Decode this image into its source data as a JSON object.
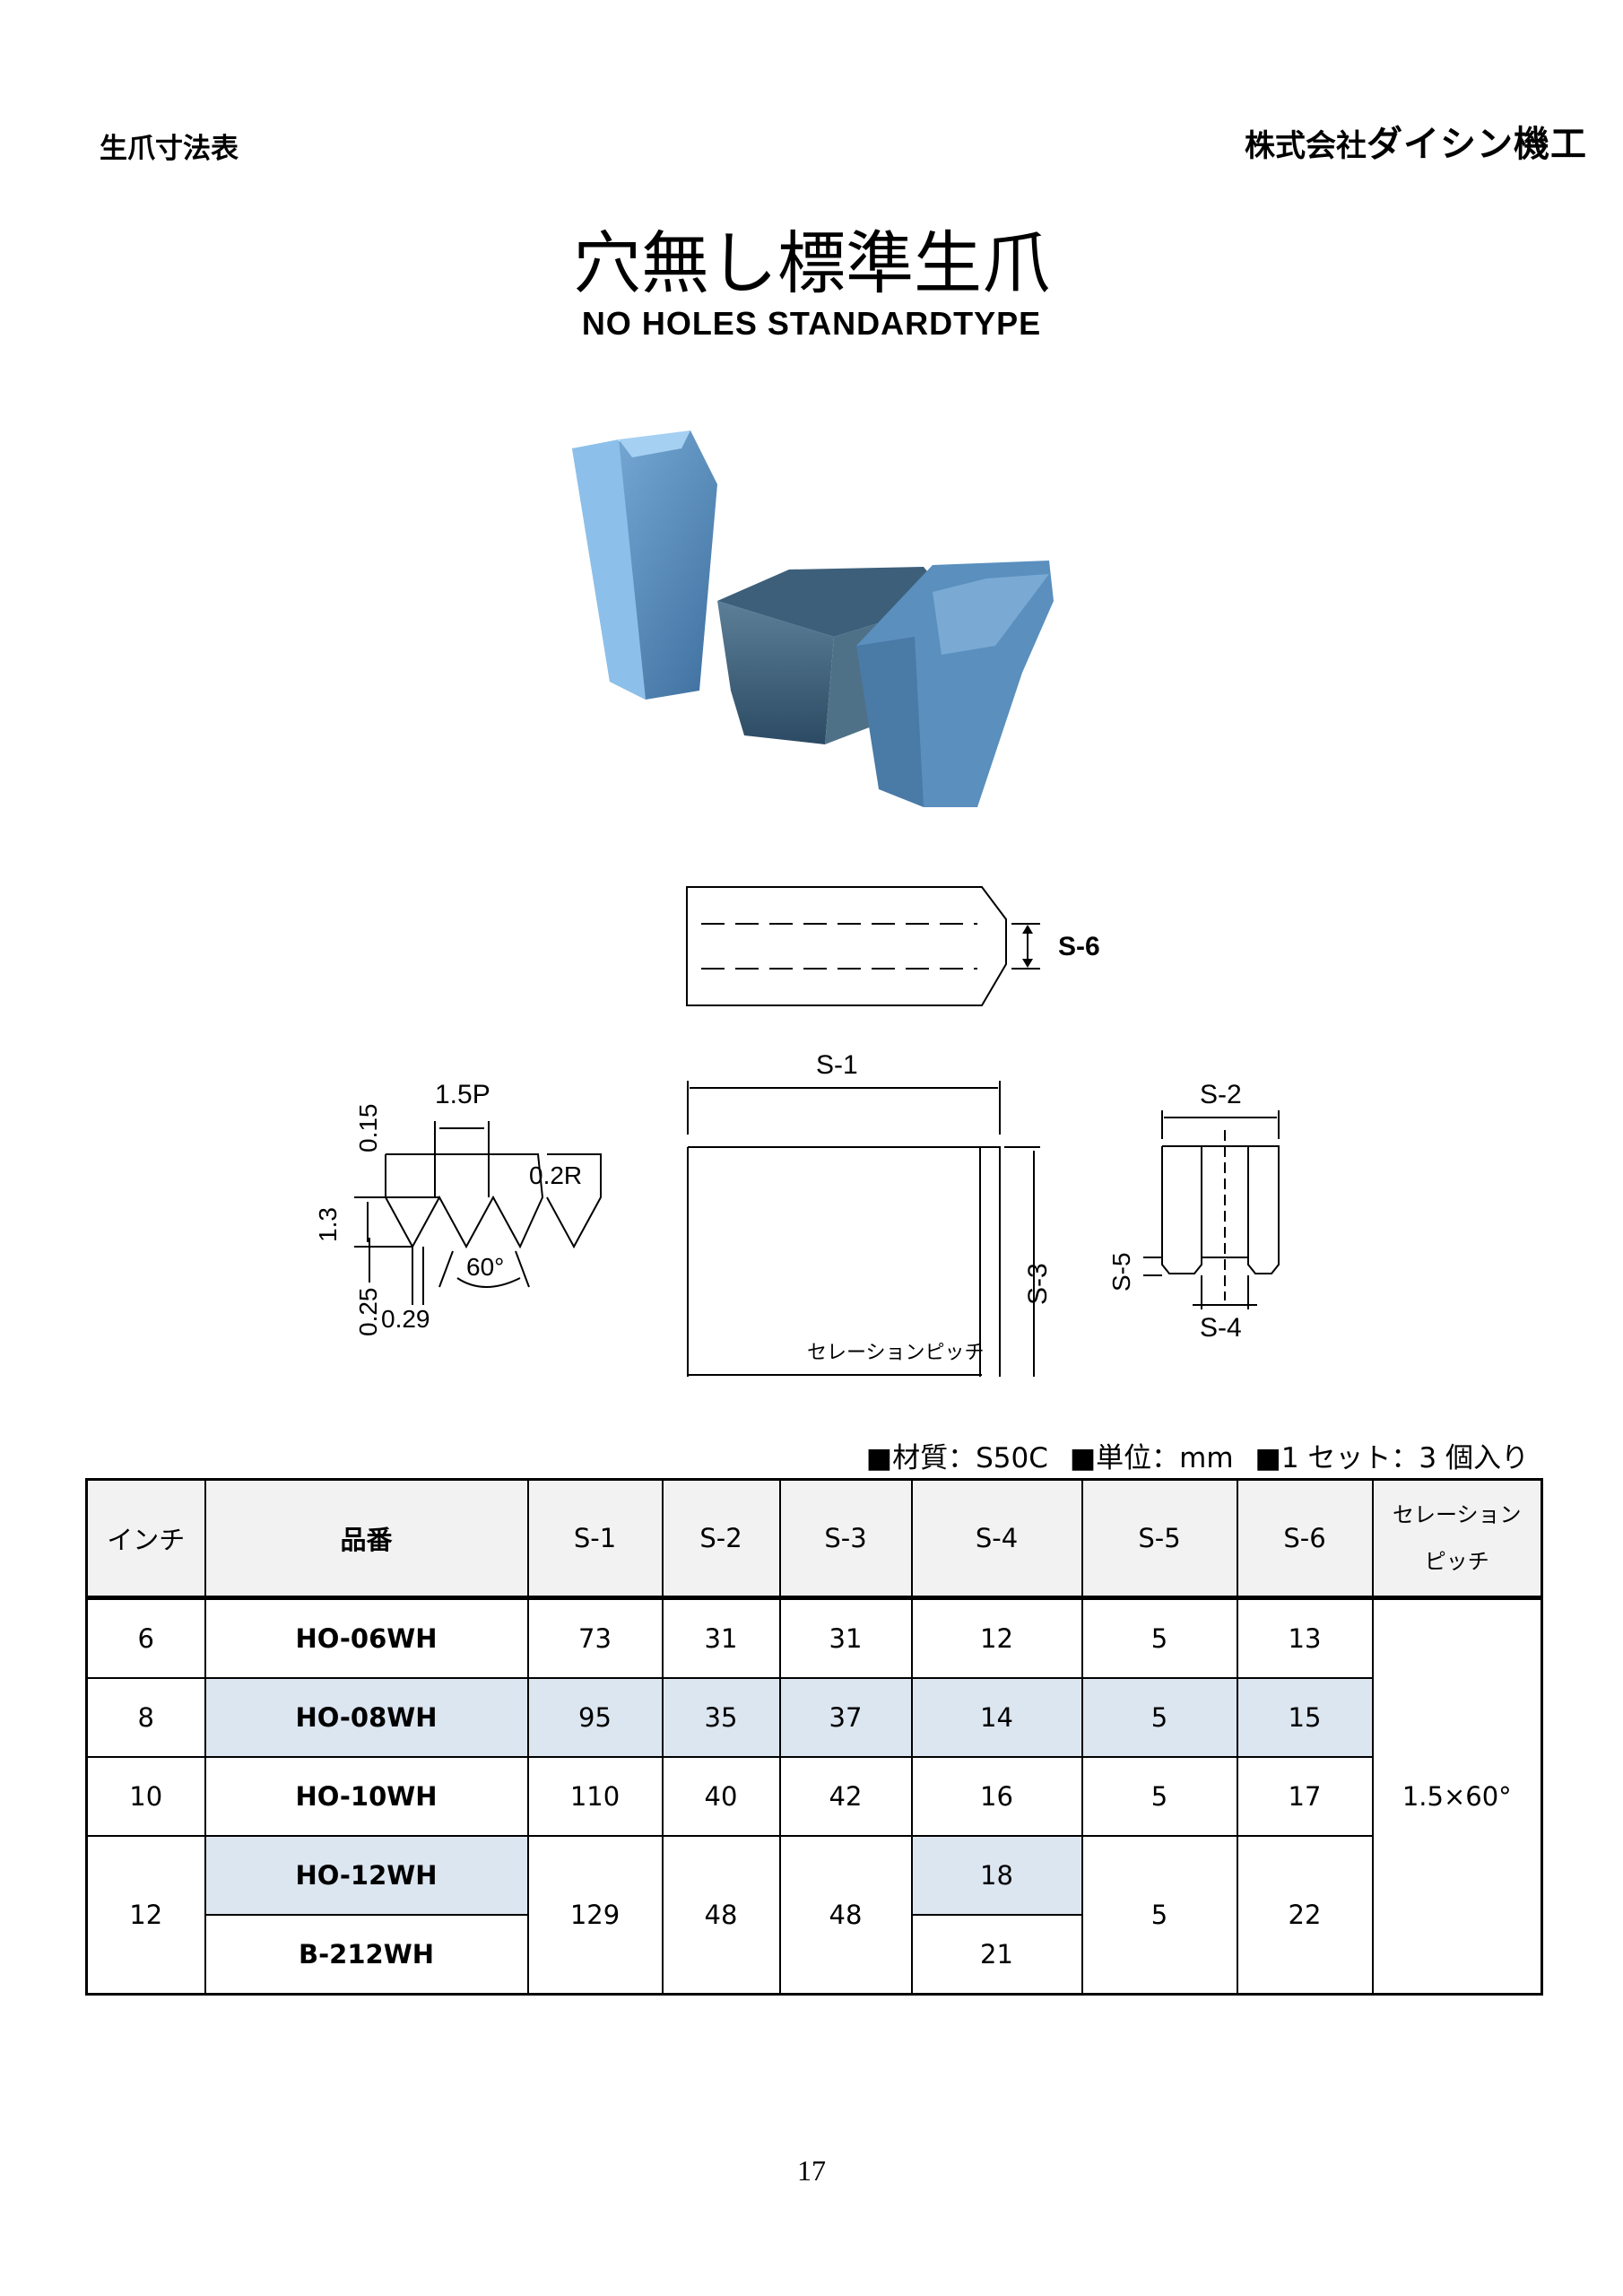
{
  "header": {
    "section_title": "生爪寸法表",
    "company_prefix": "株式会社",
    "company_name": "ダイシン機工"
  },
  "title": {
    "jp": "穴無し標準生爪",
    "en": "NO HOLES STANDARDTYPE"
  },
  "drawings": {
    "top_view": {
      "label": "S-6"
    },
    "serration_detail": {
      "pitch": "1.5P",
      "radius": "0.2R",
      "angle": "60°",
      "dim_015": "0.15",
      "dim_13": "1.3",
      "dim_025": "0.25",
      "dim_029": "0.29"
    },
    "side_view": {
      "s1": "S-1",
      "s3": "S-3",
      "callout": "セレーションピッチ"
    },
    "end_view": {
      "s2": "S-2",
      "s4": "S-4",
      "s5": "S-5"
    }
  },
  "notes": {
    "material": "■材質：S50C",
    "unit": "■単位：mm",
    "set": "■1 セット：3 個入り"
  },
  "table": {
    "headers": {
      "inch": "インチ",
      "part_no": "品番",
      "s1": "S-1",
      "s2": "S-2",
      "s3": "S-3",
      "s4": "S-4",
      "s5": "S-5",
      "s6": "S-6",
      "serration_line1": "セレーション",
      "serration_line2": "ピッチ"
    },
    "rows": [
      {
        "inch": "6",
        "part_no": "HO-06WH",
        "s1": "73",
        "s2": "31",
        "s3": "31",
        "s4": "12",
        "s5": "5",
        "s6": "13"
      },
      {
        "inch": "8",
        "part_no": "HO-08WH",
        "s1": "95",
        "s2": "35",
        "s3": "37",
        "s4": "14",
        "s5": "5",
        "s6": "15"
      },
      {
        "inch": "10",
        "part_no": "HO-10WH",
        "s1": "110",
        "s2": "40",
        "s3": "42",
        "s4": "16",
        "s5": "5",
        "s6": "17"
      },
      {
        "inch": "12",
        "part_no": "HO-12WH",
        "part_no_2": "B-212WH",
        "s1": "129",
        "s2": "48",
        "s3": "48",
        "s4": "18",
        "s4_2": "21",
        "s5": "5",
        "s6": "22"
      }
    ],
    "serration_pitch": "1.5×60°",
    "highlight_color": "#dce6f1"
  },
  "page_number": "17"
}
